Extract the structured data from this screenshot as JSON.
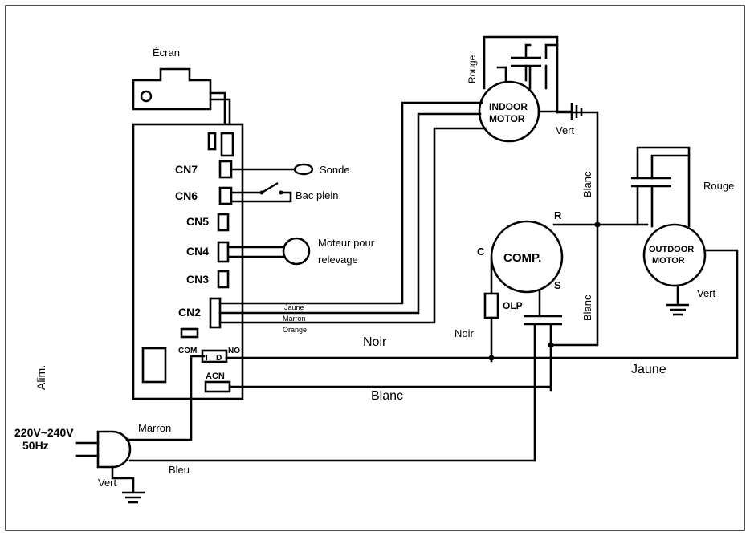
{
  "labels": {
    "ecran": "Écran",
    "cn7": "CN7",
    "cn6": "CN6",
    "cn5": "CN5",
    "cn4": "CN4",
    "cn3": "CN3",
    "cn2": "CN2",
    "com": "COM",
    "no": "NO",
    "acn": "ACN",
    "sonde": "Sonde",
    "bac_plein": "Bac plein",
    "moteur_line1": "Moteur pour",
    "moteur_line2": "relevage",
    "jaune_small": "Jaune",
    "marron_small": "Marron",
    "orange_small": "Orange",
    "noir_main": "Noir",
    "noir_comp": "Noir",
    "blanc_main": "Blanc",
    "blanc_upper": "Blanc",
    "blanc_lower": "Blanc",
    "jaune_main": "Jaune",
    "rouge_indoor": "Rouge",
    "rouge_outdoor": "Rouge",
    "vert_indoor": "Vert",
    "vert_outdoor": "Vert",
    "vert_plug": "Vert",
    "alim": "Alim.",
    "voltage_line1": "220V~240V",
    "voltage_line2": "50Hz",
    "marron_main": "Marron",
    "bleu_main": "Bleu",
    "indoor_line1": "INDOOR",
    "indoor_line2": "MOTOR",
    "outdoor_line1": "OUTDOOR",
    "outdoor_line2": "MOTOR",
    "comp": "COMP.",
    "term_c": "C",
    "term_r": "R",
    "term_s": "S",
    "olp": "OLP"
  }
}
